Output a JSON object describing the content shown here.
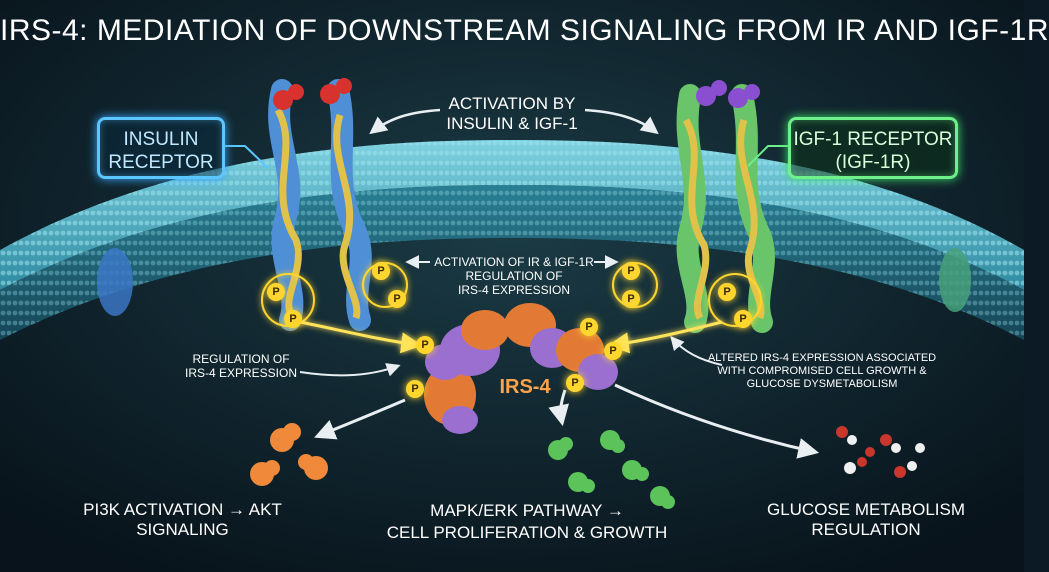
{
  "title": "IRS-4: MEDIATION OF DOWNSTREAM SIGNALING FROM IR AND IGF-1R",
  "labels": {
    "insulin_receptor": "INSULIN\nRECEPTOR",
    "igf1_receptor": "IGF-1 RECEPTOR\n(IGF-1R)",
    "activation": "ACTIVATION BY\nINSULIN & IGF-1",
    "center_note": "ACTIVATION OF IR & IGF-1R\nREGULATION OF\nIRS-4 EXPRESSION",
    "regulation": "REGULATION OF\nIRS-4 EXPRESSION",
    "altered": "ALTERED IRS-4 EXPRESSION ASSOCIATED\nWITH COMPROMISED CELL GROWTH &\nGLUCOSE DYSMETABOLISM",
    "irs4": "IRS-4",
    "pi3k": "PI3K ACTIVATION → AKT\nSIGNALING",
    "mapk": "MAPK/ERK PATHWAY →\nCELL PROLIFERATION & GROWTH",
    "glucose": "GLUCOSE METABOLISM\nREGULATION"
  },
  "phospho_symbol": "P",
  "colors": {
    "background": "#0b1a24",
    "membrane": "#3fa8b8",
    "insulin_receptor": "#4f8fd6",
    "igf1_receptor": "#69c46a",
    "receptor_helix": "#e0c24a",
    "ligand_insulin": "#d8322e",
    "ligand_igf1": "#8a4fd0",
    "irs4_orange": "#e27a35",
    "irs4_purple": "#9a6fd0",
    "phosphate": "#ffd62e",
    "box_ir": "#5bc6ff",
    "box_igf": "#6ef08a"
  }
}
